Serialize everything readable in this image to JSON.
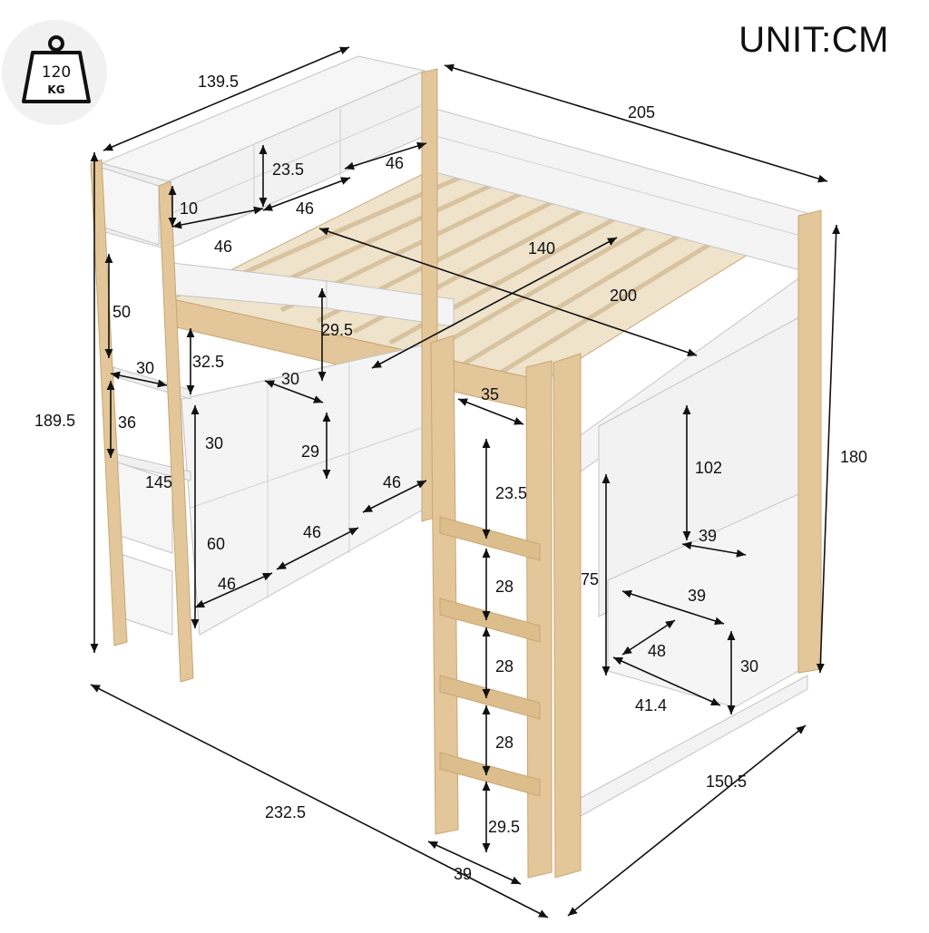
{
  "unit_label": "UNIT:CM",
  "weight_badge": {
    "icon": "weight-icon",
    "value": "120",
    "unit": "KG"
  },
  "colors": {
    "wood": "#e3c79a",
    "wood_dark": "#c9a572",
    "white_panel": "#f3f3f3",
    "panel_edge": "#b8b8b8",
    "dim_line": "#111111"
  },
  "dimensions": {
    "top_shelf_length": "139.5",
    "bed_length_top": "205",
    "shelf_cube_height": "23.5",
    "shelf_cube_width_a": "46",
    "shelf_cube_width_b": "46",
    "shelf_cube_width_c": "46",
    "shelf_top_depth": "10",
    "bed_width": "140",
    "bed_length": "200",
    "side_shelf_gap": "50",
    "rail_height": "29.5",
    "overall_height_left": "189.5",
    "overall_height_right": "180",
    "side_shelf_depth": "30",
    "desk_shelf_height": "32.5",
    "desk_shelf_depth": "30",
    "ladder_gap": "35",
    "side_shelf_height": "36",
    "cube_height_30": "30",
    "cube_height_29": "29",
    "side_height_145": "145",
    "lower_cube_width_46_a": "46",
    "ladder_rung_top": "23.5",
    "lower_cube_width_46_b": "46",
    "lower_cube_width_46_c": "46",
    "lower_height_60": "60",
    "wardrobe_height": "102",
    "wardrobe_width": "39",
    "clearance_75": "75",
    "drawer_width": "39",
    "drawer_depth": "48",
    "drawer_height": "30",
    "bottom_width": "41.4",
    "ladder_rung_1": "28",
    "ladder_rung_2": "28",
    "ladder_rung_3": "28",
    "ladder_bottom": "29.5",
    "overall_length": "232.5",
    "overall_depth": "150.5",
    "ladder_width": "39"
  }
}
